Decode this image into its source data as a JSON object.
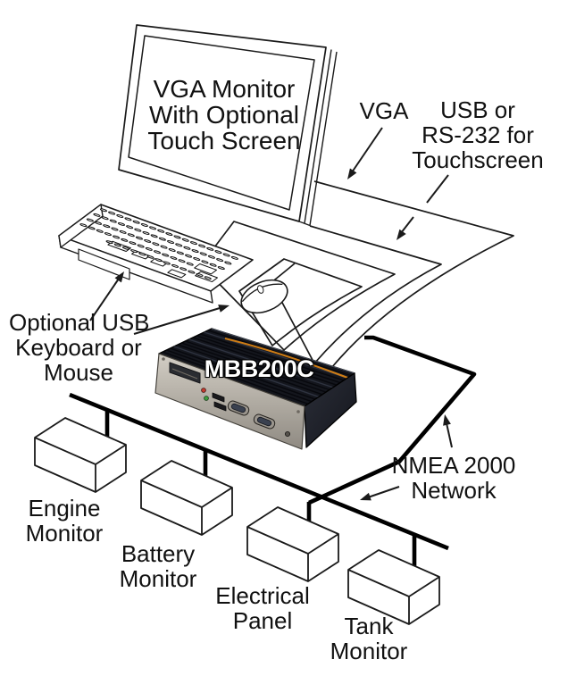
{
  "diagram": {
    "monitor_label": {
      "line1": "VGA Monitor",
      "line2": "With Optional",
      "line3": "Touch Screen"
    },
    "vga_cable_label": "VGA",
    "touch_cable_label": {
      "line1": "USB or",
      "line2": "RS-232 for",
      "line3": "Touchscreen"
    },
    "peripherals_label": {
      "line1": "Optional USB",
      "line2": "Keyboard or",
      "line3": "Mouse"
    },
    "device_label": "MBB200C",
    "network_label": {
      "line1": "NMEA 2000",
      "line2": "Network"
    },
    "nodes": {
      "engine": {
        "line1": "Engine",
        "line2": "Monitor"
      },
      "battery": {
        "line1": "Battery",
        "line2": "Monitor"
      },
      "electrical": {
        "line1": "Electrical",
        "line2": "Panel"
      },
      "tank": {
        "line1": "Tank",
        "line2": "Monitor"
      }
    }
  },
  "colors": {
    "line": "#1a1a1a",
    "network_line": "#000000",
    "accent_orange": "#e8920f",
    "accent_orange_dark": "#cf7d15",
    "device_top": "#14161d",
    "device_side": "#21242c",
    "device_panel_light": "#cdc8bf",
    "device_panel_dark": "#8f8a82",
    "text": "#111111",
    "device_label_text": "#ffffff",
    "audio_red": "#c43b2e",
    "audio_green": "#3f9e3f"
  }
}
